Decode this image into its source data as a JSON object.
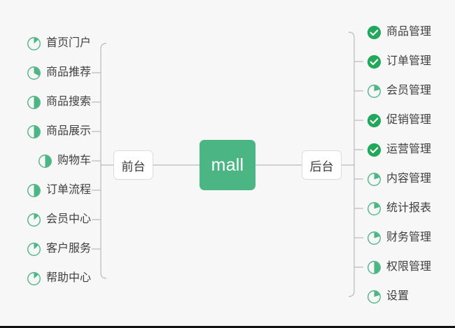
{
  "diagram": {
    "type": "mind-map",
    "title": "mall",
    "background_color": "#f7f7f7",
    "accent_color": "#4cb584",
    "line_color": "#b9b9b9",
    "center": {
      "label": "mall",
      "fill": "#4cb584",
      "text_color": "#ffffff"
    },
    "branches": [
      {
        "id": "frontend",
        "label": "前台",
        "side": "left",
        "items": [
          {
            "label": "首页门户",
            "icon": "pie-progress-icon",
            "progress": 13,
            "status": "in-progress"
          },
          {
            "label": "商品推荐",
            "icon": "pie-progress-icon",
            "progress": 33,
            "status": "in-progress"
          },
          {
            "label": "商品搜索",
            "icon": "pie-progress-icon",
            "progress": 50,
            "status": "in-progress"
          },
          {
            "label": "商品展示",
            "icon": "pie-progress-icon",
            "progress": 50,
            "status": "in-progress"
          },
          {
            "label": "购物车",
            "icon": "pie-progress-icon",
            "progress": 50,
            "status": "in-progress"
          },
          {
            "label": "订单流程",
            "icon": "pie-progress-icon",
            "progress": 50,
            "status": "in-progress"
          },
          {
            "label": "会员中心",
            "icon": "pie-progress-icon",
            "progress": 13,
            "status": "in-progress"
          },
          {
            "label": "客户服务",
            "icon": "pie-progress-icon",
            "progress": 13,
            "status": "in-progress"
          },
          {
            "label": "帮助中心",
            "icon": "pie-progress-icon",
            "progress": 13,
            "status": "in-progress"
          }
        ]
      },
      {
        "id": "backend",
        "label": "后台",
        "side": "right",
        "items": [
          {
            "label": "商品管理",
            "icon": "check-circle-icon",
            "progress": 100,
            "status": "done"
          },
          {
            "label": "订单管理",
            "icon": "check-circle-icon",
            "progress": 100,
            "status": "done"
          },
          {
            "label": "会员管理",
            "icon": "pie-progress-icon",
            "progress": 20,
            "status": "in-progress"
          },
          {
            "label": "促销管理",
            "icon": "check-circle-icon",
            "progress": 100,
            "status": "done"
          },
          {
            "label": "运营管理",
            "icon": "check-circle-icon",
            "progress": 100,
            "status": "done"
          },
          {
            "label": "内容管理",
            "icon": "pie-progress-icon",
            "progress": 20,
            "status": "in-progress"
          },
          {
            "label": "统计报表",
            "icon": "pie-progress-icon",
            "progress": 20,
            "status": "in-progress"
          },
          {
            "label": "财务管理",
            "icon": "pie-progress-icon",
            "progress": 20,
            "status": "in-progress"
          },
          {
            "label": "权限管理",
            "icon": "pie-progress-icon",
            "progress": 50,
            "status": "in-progress"
          },
          {
            "label": "设置",
            "icon": "pie-progress-icon",
            "progress": 20,
            "status": "in-progress"
          }
        ]
      }
    ]
  }
}
